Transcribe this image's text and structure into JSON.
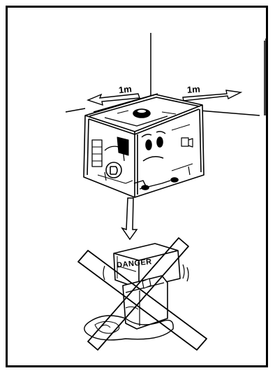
{
  "illustration": {
    "left_clearance_label": "1m",
    "right_clearance_label": "1m",
    "danger_label": "DANGER"
  },
  "colors": {
    "ink": "#000000",
    "paper": "#ffffff"
  },
  "icons": {
    "generator": "generator-icon",
    "fuel_can": "fuel-can-icon",
    "prohibited": "prohibited-x-icon",
    "down_arrow": "down-arrow-icon"
  }
}
